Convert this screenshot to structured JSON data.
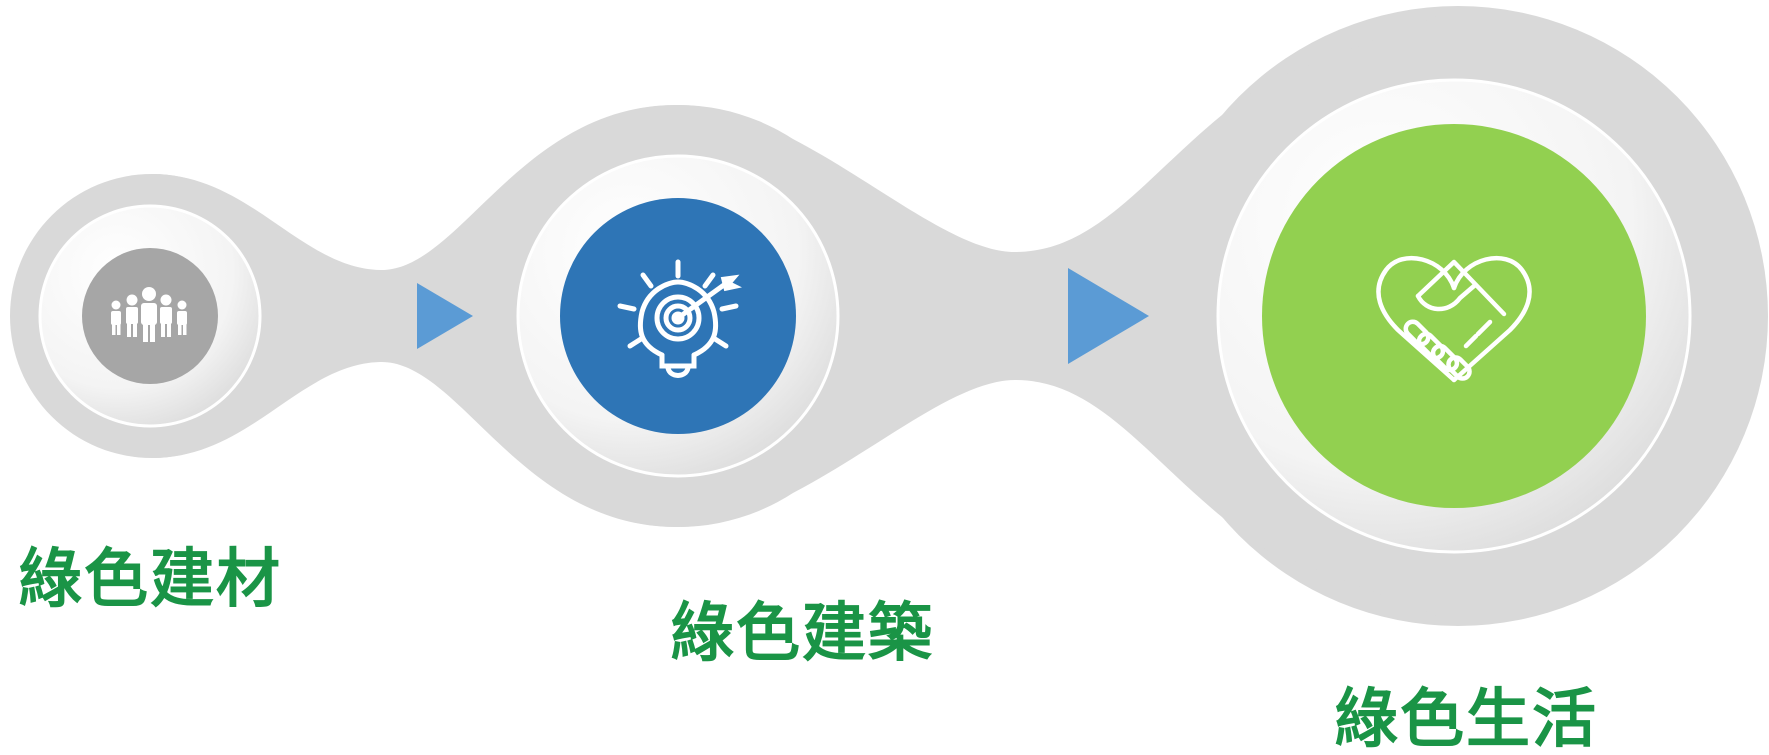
{
  "steps": [
    {
      "label": "綠色建材",
      "icon": "people-group-icon"
    },
    {
      "label": "綠色建築",
      "icon": "lightbulb-target-icon"
    },
    {
      "label": "綠色生活",
      "icon": "heart-handshake-icon"
    }
  ],
  "colors": {
    "label_text": "#1a9446",
    "track": "#d9d9d9",
    "ring": "#f5f5f5",
    "step1_fill": "#a6a6a6",
    "step2_fill": "#2e75b6",
    "step3_fill": "#92d050",
    "arrow": "#5b9bd5",
    "icon": "#ffffff"
  }
}
